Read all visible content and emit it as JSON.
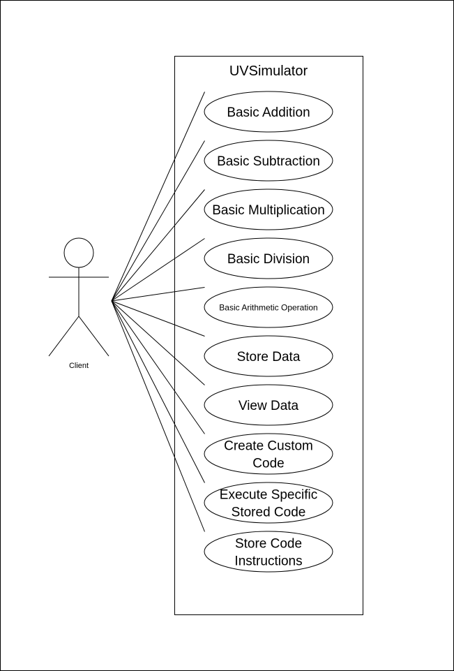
{
  "diagram": {
    "actor": {
      "label": "Client"
    },
    "system": {
      "title": "UVSimulator"
    },
    "use_cases": [
      {
        "lines": [
          "Basic Addition"
        ]
      },
      {
        "lines": [
          "Basic Subtraction"
        ]
      },
      {
        "lines": [
          "Basic Multiplication"
        ]
      },
      {
        "lines": [
          "Basic Division"
        ]
      },
      {
        "lines": [
          "Basic Arithmetic Operation"
        ],
        "small": true
      },
      {
        "lines": [
          "Store Data"
        ]
      },
      {
        "lines": [
          "View Data"
        ]
      },
      {
        "lines": [
          "Create Custom",
          "Code"
        ]
      },
      {
        "lines": [
          "Execute Specific",
          "Stored Code"
        ]
      },
      {
        "lines": [
          "Store Code",
          "Instructions"
        ]
      }
    ]
  }
}
